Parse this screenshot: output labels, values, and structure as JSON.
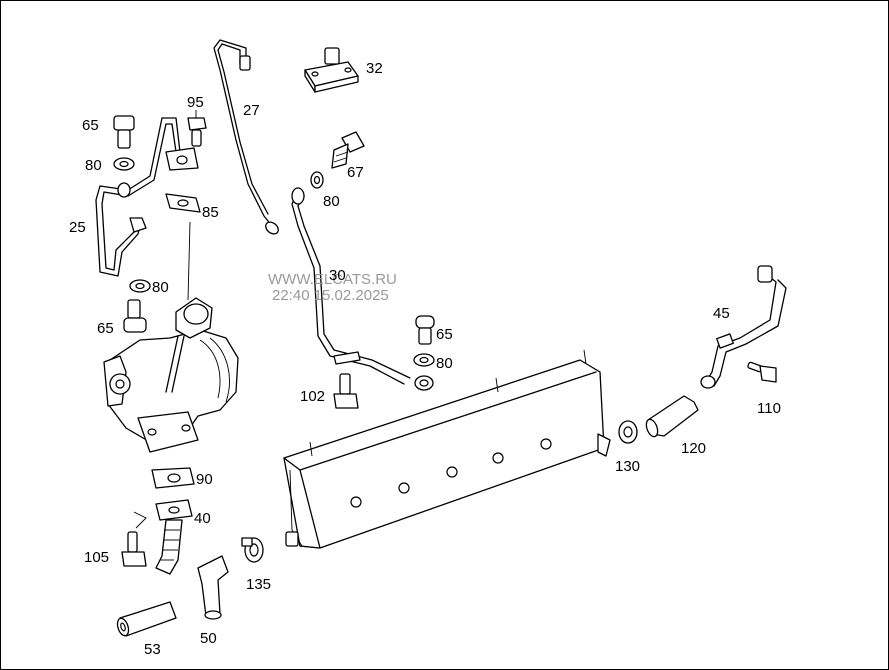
{
  "watermark": {
    "site": "WWW.ELCATS.RU",
    "datetime": "22:40 15.02.2025"
  },
  "callouts": {
    "c32": "32",
    "c27": "27",
    "c95": "95",
    "c65a": "65",
    "c80a": "80",
    "c67": "67",
    "c80b": "80",
    "c85": "85",
    "c25": "25",
    "c30": "30",
    "c80c": "80",
    "c65b": "65",
    "c65c": "65",
    "c80d": "80",
    "c45": "45",
    "c102": "102",
    "c110": "110",
    "c130": "130",
    "c120": "120",
    "c90": "90",
    "c40": "40",
    "c105": "105",
    "c135": "135",
    "c50": "50",
    "c53": "53"
  }
}
